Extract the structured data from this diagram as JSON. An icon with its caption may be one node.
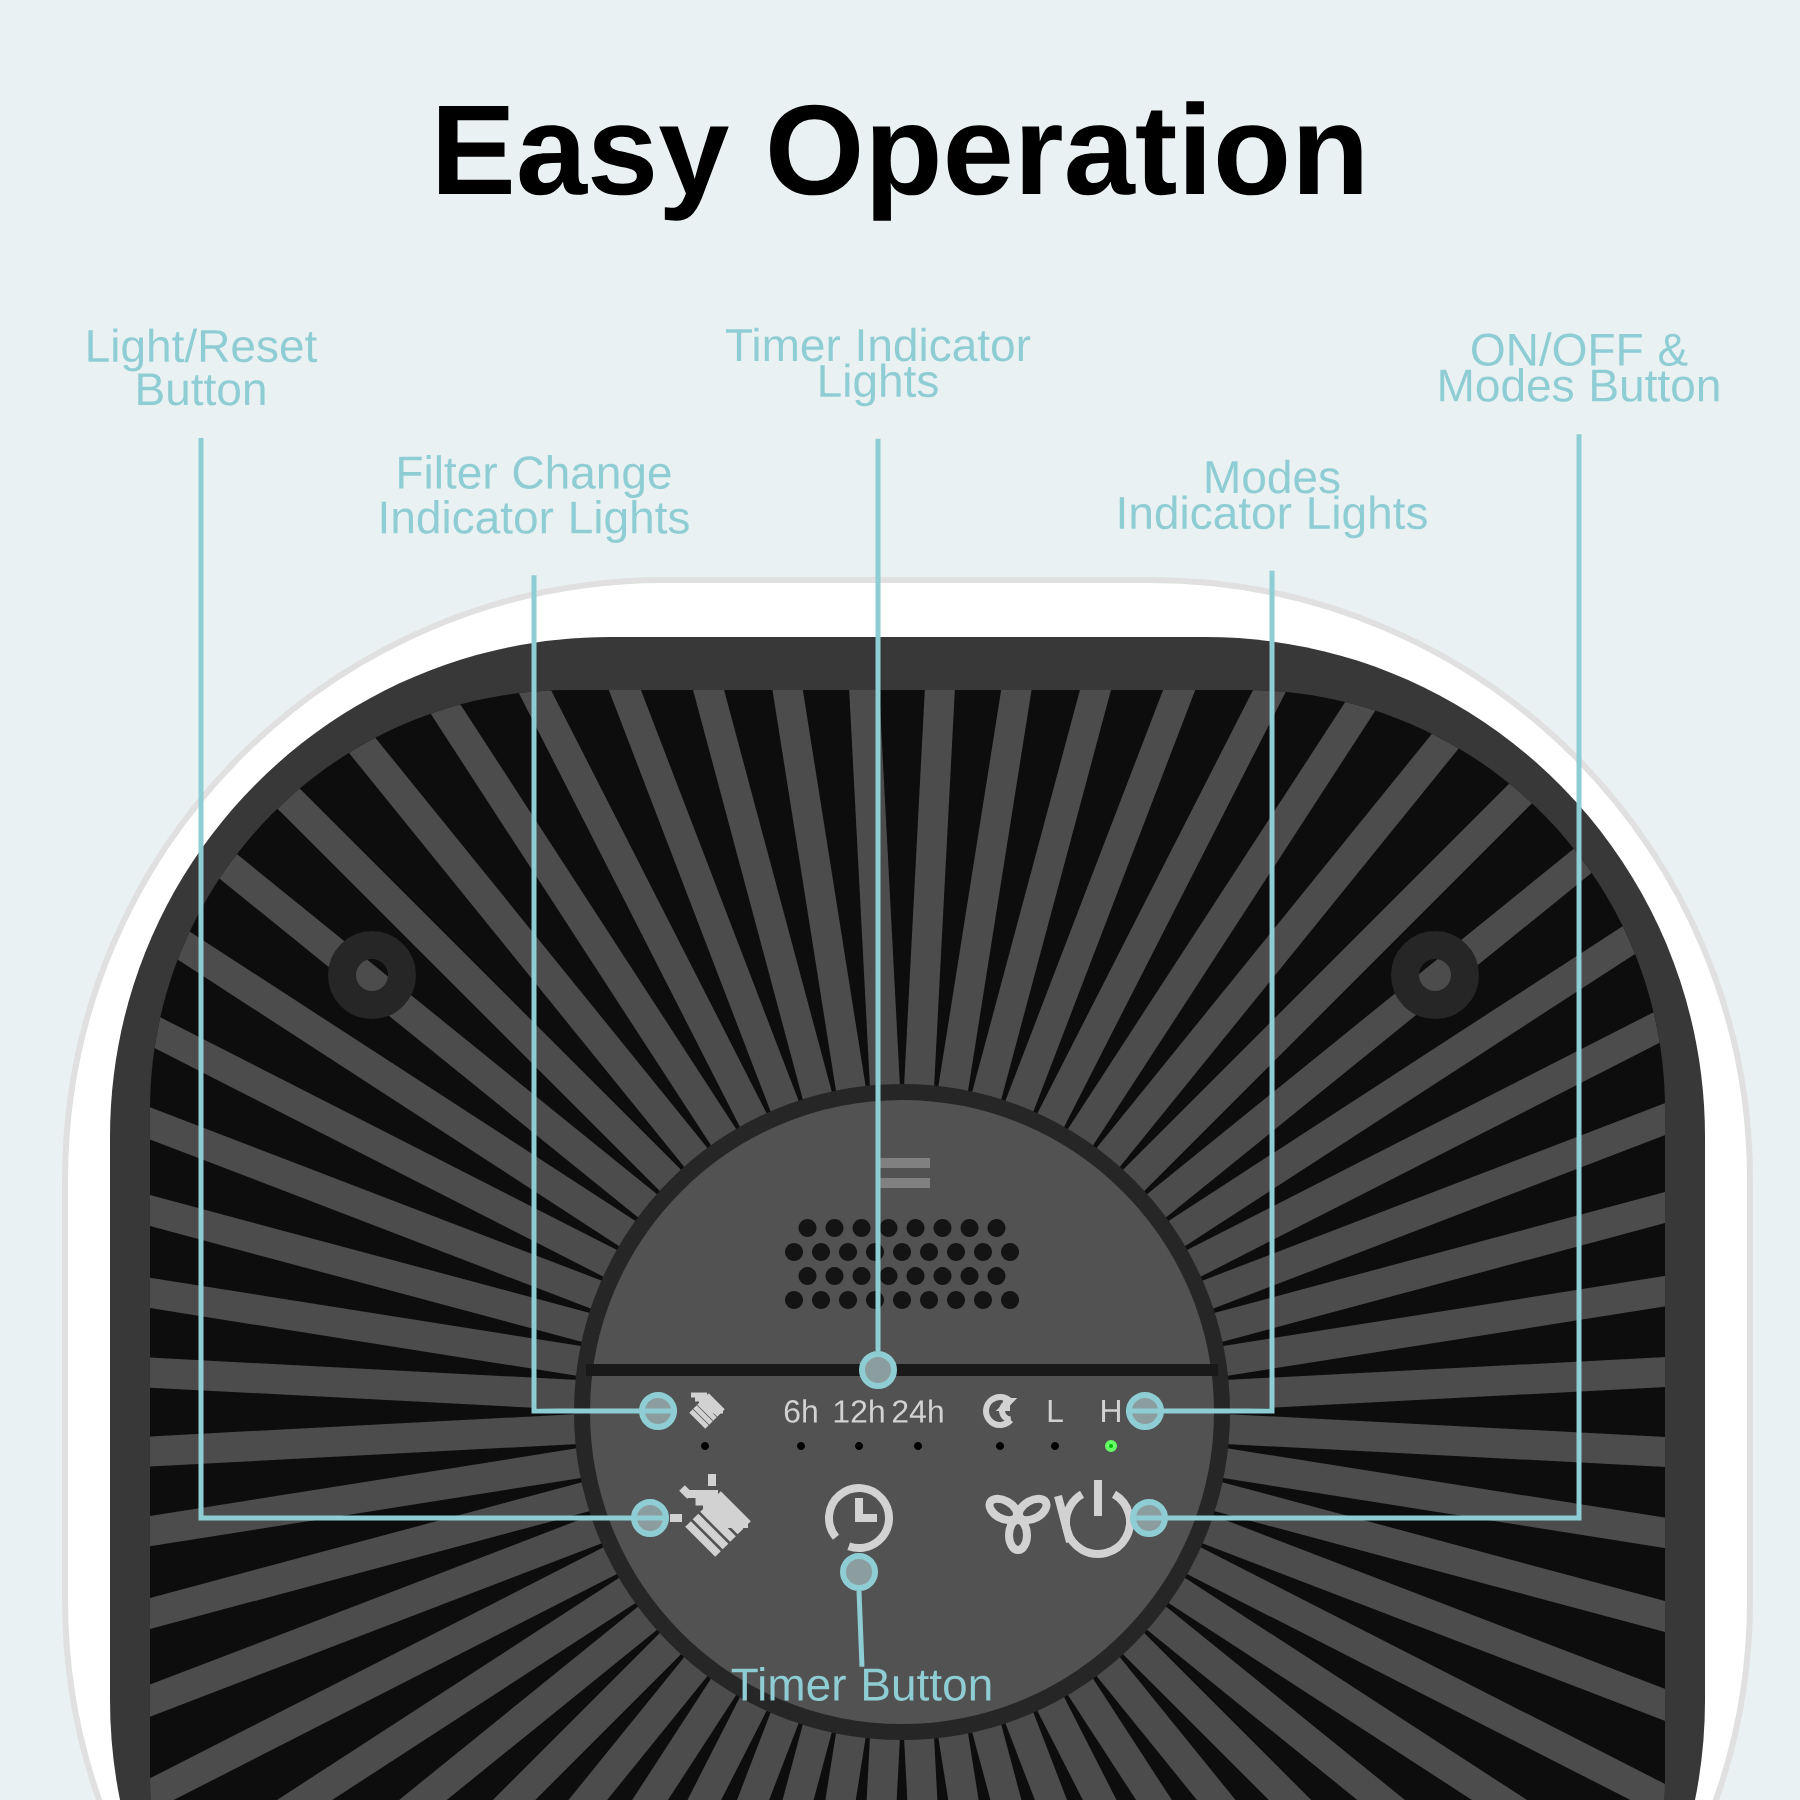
{
  "diagram": {
    "title": "Easy Operation",
    "nodes": [
      {
        "text": [
          "Light/Reset Button"
        ]
      },
      {
        "text": [
          "Timer Indicator Lights"
        ]
      },
      {
        "text": [
          "ON/OFF & Modes Button"
        ]
      },
      {
        "text": [
          "Filter Change Indicator Lights"
        ]
      },
      {
        "text": [
          "Modes Indicator Lights"
        ]
      },
      {
        "text": [
          "Timer Button"
        ]
      },
      {
        "text": [],
        "shape": "circle"
      },
      {
        "text": [],
        "shape": "circle"
      },
      {
        "text": [],
        "shape": "circle"
      },
      {
        "text": [],
        "shape": "circle"
      },
      {
        "text": [],
        "shape": "circle"
      },
      {
        "text": [],
        "shape": "circle"
      }
    ],
    "edges": [
      {
        "from": 0,
        "to": 6,
        "arrow": "none"
      },
      {
        "from": 3,
        "to": 7,
        "arrow": "none"
      },
      {
        "from": 5,
        "to": 8,
        "arrow": "none"
      },
      {
        "from": 1,
        "to": 9,
        "arrow": "none"
      },
      {
        "from": 4,
        "to": 10,
        "arrow": "none"
      },
      {
        "from": 2,
        "to": 11,
        "arrow": "none"
      }
    ],
    "labels": [
      "6h",
      "12h",
      "24h",
      "L",
      "H"
    ]
  }
}
